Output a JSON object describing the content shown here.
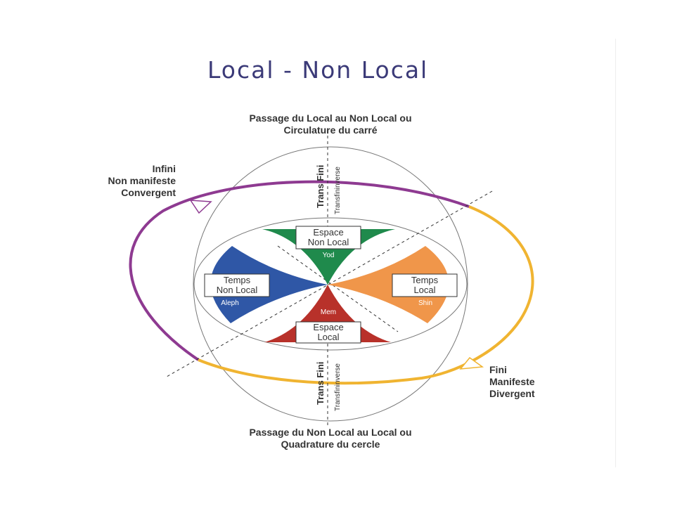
{
  "title": "Local - Non Local",
  "top_caption": {
    "line1": "Passage du Local au Non Local ou",
    "line2": "Circulature du carré"
  },
  "bottom_caption": {
    "line1": "Passage du Non Local au Local ou",
    "line2": "Quadrature du cercle"
  },
  "left_label": {
    "line1": "Infini",
    "line2": "Non manifeste",
    "line3": "Convergent"
  },
  "right_label": {
    "line1": "Fini",
    "line2": "Manifeste",
    "line3": "Divergent"
  },
  "vertical_top": {
    "bold": "Trans Fini",
    "small": "Transfininverse"
  },
  "vertical_bottom": {
    "bold": "Trans Fini",
    "small": "Transfininverse"
  },
  "quadrants": {
    "top": {
      "line1": "Espace",
      "line2": "Non Local",
      "letter": "Yod",
      "color": "#1f8a4c"
    },
    "bottom": {
      "line1": "Espace",
      "line2": "Local",
      "letter": "Mem",
      "color": "#b8312a"
    },
    "left": {
      "line1": "Temps",
      "line2": "Non Local",
      "letter": "Aleph",
      "color": "#2f57a6"
    },
    "right": {
      "line1": "Temps",
      "line2": "Local",
      "letter": "Shin",
      "color": "#f0964a"
    }
  },
  "colors": {
    "title": "#3b3a78",
    "arc_infinite": "#8e3a91",
    "arc_finite": "#f0b431"
  }
}
